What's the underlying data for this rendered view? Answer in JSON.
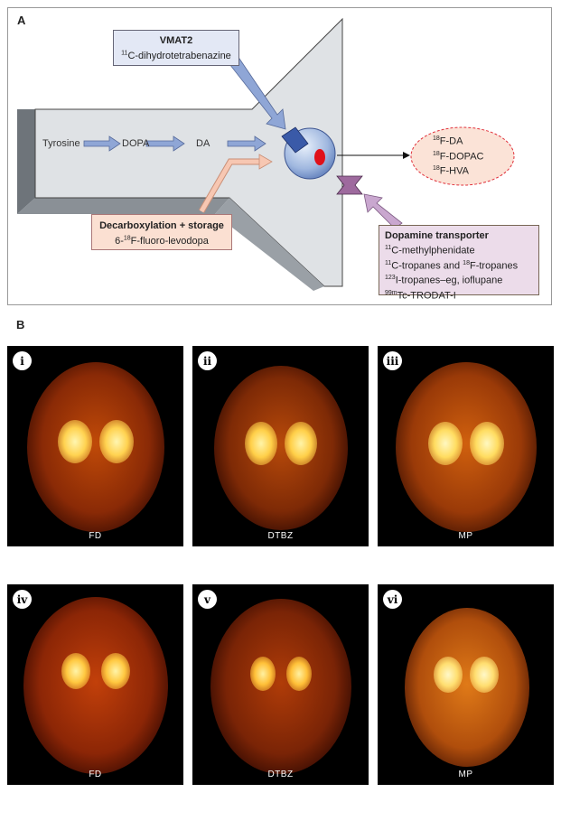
{
  "panel_a": {
    "label": "A",
    "vmat2": {
      "title": "VMAT2",
      "tracer_mass": "11",
      "tracer": "C-dihydrotetrabenazine"
    },
    "pathway": [
      "Tyrosine",
      "DOPA",
      "DA"
    ],
    "metabolites": [
      {
        "mass": "18",
        "name": "F-DA"
      },
      {
        "mass": "18",
        "name": "F-DOPAC"
      },
      {
        "mass": "18",
        "name": "F-HVA"
      }
    ],
    "decarboxylation": {
      "title": "Decarboxylation + storage",
      "prefix": "6-",
      "mass": "18",
      "tracer": "F-fluoro-levodopa"
    },
    "transporter": {
      "title": "Dopamine transporter",
      "tracers": [
        {
          "mass": "11",
          "text": "C-methylphenidate"
        },
        {
          "mass": "11",
          "text": "C-tropanes and ",
          "mass2": "18",
          "text2": "F-tropanes"
        },
        {
          "mass": "123",
          "text": "I-tropanes–eg, ioflupane"
        },
        {
          "mass": "99m",
          "text": "Tc-TRODAT-I"
        }
      ]
    }
  },
  "panel_b": {
    "label": "B",
    "images": [
      {
        "numeral": "i",
        "tracer": "FD"
      },
      {
        "numeral": "ii",
        "tracer": "DTBZ"
      },
      {
        "numeral": "iii",
        "tracer": "MP"
      },
      {
        "numeral": "iv",
        "tracer": "FD"
      },
      {
        "numeral": "v",
        "tracer": "DTBZ"
      },
      {
        "numeral": "vi",
        "tracer": "MP"
      }
    ]
  }
}
